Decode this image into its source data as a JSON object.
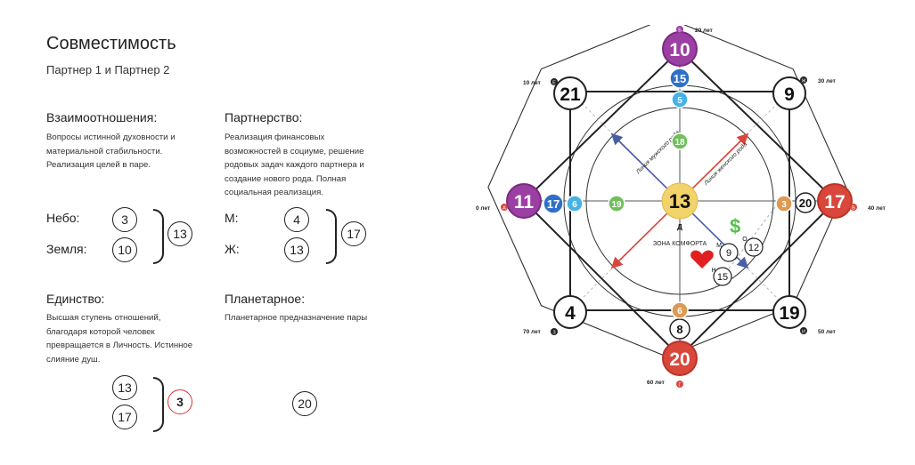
{
  "header": {
    "title": "Совместимость",
    "subtitle": "Партнер 1 и Партнер 2"
  },
  "sections": {
    "relations": {
      "heading": "Взаимоотношения:",
      "desc": [
        "Вопросы истинной духовности и",
        "материальной стабильности.",
        "Реализация целей в паре."
      ],
      "row1_label": "Небо:",
      "row1_value": "3",
      "row2_label": "Земля:",
      "row2_value": "10",
      "sum": "13"
    },
    "partnership": {
      "heading": "Партнерство:",
      "desc": [
        "Реализация финансовых",
        "возможностей в социуме, решение",
        "родовых задач каждого партнера и",
        "создание нового рода. Полная",
        "социальная реализация."
      ],
      "row1_label": "М:",
      "row1_value": "4",
      "row2_label": "Ж:",
      "row2_value": "13",
      "sum": "17"
    },
    "unity": {
      "heading": "Единство:",
      "desc": [
        "Высшая ступень отношений,",
        "благодаря которой человек",
        "превращается в Личность. Истинное",
        "слияние душ."
      ],
      "value1": "13",
      "value2": "17",
      "sum": "3"
    },
    "planetary": {
      "heading": "Планетарное:",
      "desc": [
        "Планетарное предназначение пары"
      ],
      "value": "20"
    }
  },
  "diagram": {
    "colors": {
      "purple": "#9b3fa2",
      "blue": "#2f6fc9",
      "lightblue": "#45b3e6",
      "green": "#6fbf5b",
      "yellow": "#f2d36b",
      "orange": "#dd9a52",
      "red": "#d9473b",
      "heart": "#e02020",
      "dollar": "#55c24a"
    },
    "center": "13",
    "center_letter": "Д",
    "top": "10",
    "top_inner1": "15",
    "top_inner2": "5",
    "top_inner3": "18",
    "left": "11",
    "left_inner1": "17",
    "left_inner2": "6",
    "left_inner3": "19",
    "right": "17",
    "right_inner1": "20",
    "right_inner2": "3",
    "bottom": "20",
    "bottom_inner1": "8",
    "bottom_inner2": "6",
    "corner_tl": "21",
    "corner_tr": "9",
    "corner_bl": "4",
    "corner_br": "19",
    "chakra_m": "9",
    "chakra_o": "12",
    "chakra_n": "15",
    "letter_m": "М",
    "letter_o": "О",
    "letter_n": "Н",
    "comfort_zone": "ЗОНА КОМФОРТА",
    "male_line": "Линия мужского рода",
    "female_line": "Линия женского рода",
    "dollar": "$",
    "age_labels": {
      "top": "20 лет",
      "top_letter": "Б",
      "tr": "30 лет",
      "tr_letter": "Ж",
      "right": "40 лет",
      "right_letter": "В",
      "br": "50 лет",
      "br_letter": "И",
      "bottom": "60 лет",
      "bottom_letter": "Г",
      "bl": "70 лет",
      "bl_letter": "З",
      "left": "0 лет",
      "left_letter": "А",
      "tl": "10 лет",
      "tl_letter": "Е"
    }
  }
}
